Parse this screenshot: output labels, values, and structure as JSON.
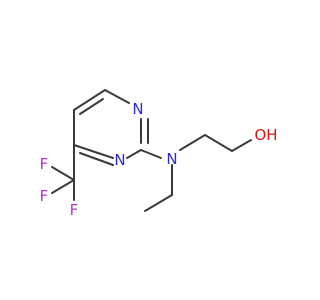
{
  "molecule": {
    "atoms": {
      "n_ring_top": {
        "text": "N",
        "color": "#2e2bd6"
      },
      "n_ring_bottom": {
        "text": "N",
        "color": "#2e2bd6"
      },
      "n_amine": {
        "text": "N",
        "color": "#2e2bd6"
      },
      "o_hydroxyl": {
        "text": "OH",
        "color": "#e01010"
      },
      "f_top": {
        "text": "F",
        "color": "#b637c4"
      },
      "f_left": {
        "text": "F",
        "color": "#b637c4"
      },
      "f_bottom": {
        "text": "F",
        "color": "#b637c4"
      }
    },
    "bond_color": "#3a3a3a"
  }
}
